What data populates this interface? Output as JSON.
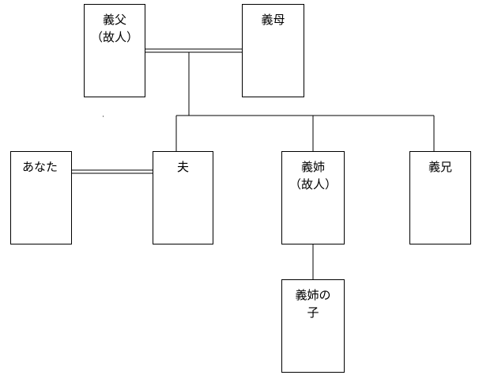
{
  "family_tree": {
    "persons": {
      "father_in_law": {
        "label": "義父\n（故人）"
      },
      "mother_in_law": {
        "label": "義母"
      },
      "you": {
        "label": "あなた"
      },
      "husband": {
        "label": "夫"
      },
      "elder_sister_in_law": {
        "label": "義姉\n（故人）"
      },
      "elder_brother_in_law": {
        "label": "義兄"
      },
      "sister_in_law_child": {
        "label": "義姉の\n子"
      }
    },
    "relations": [
      {
        "type": "marriage",
        "between": [
          "father_in_law",
          "mother_in_law"
        ]
      },
      {
        "type": "marriage",
        "between": [
          "you",
          "husband"
        ]
      },
      {
        "type": "children",
        "parents": [
          "father_in_law",
          "mother_in_law"
        ],
        "children": [
          "husband",
          "elder_sister_in_law",
          "elder_brother_in_law"
        ]
      },
      {
        "type": "children",
        "parents": [
          "elder_sister_in_law"
        ],
        "children": [
          "sister_in_law_child"
        ]
      }
    ]
  }
}
